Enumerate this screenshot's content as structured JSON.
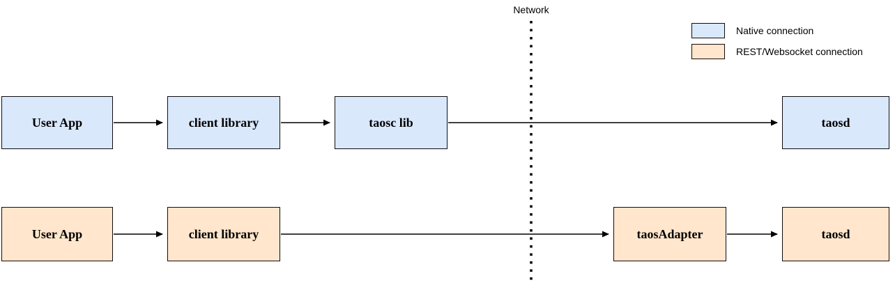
{
  "diagram": {
    "network_label": "Network",
    "colors": {
      "native_fill": "#dae8fc",
      "rest_fill": "#ffe6cc",
      "border": "#0d0d0d",
      "arrow": "#000000"
    },
    "legend": {
      "items": [
        {
          "label": "Native connection",
          "swatch_color": "#dae8fc"
        },
        {
          "label": "REST/Websocket connection",
          "swatch_color": "#ffe6cc"
        }
      ]
    },
    "native_row": {
      "nodes": [
        {
          "label": "User App"
        },
        {
          "label": "client library"
        },
        {
          "label": "taosc lib"
        },
        {
          "label": "taosd"
        }
      ]
    },
    "rest_row": {
      "nodes": [
        {
          "label": "User App"
        },
        {
          "label": "client library"
        },
        {
          "label": "taosAdapter"
        },
        {
          "label": "taosd"
        }
      ]
    }
  }
}
